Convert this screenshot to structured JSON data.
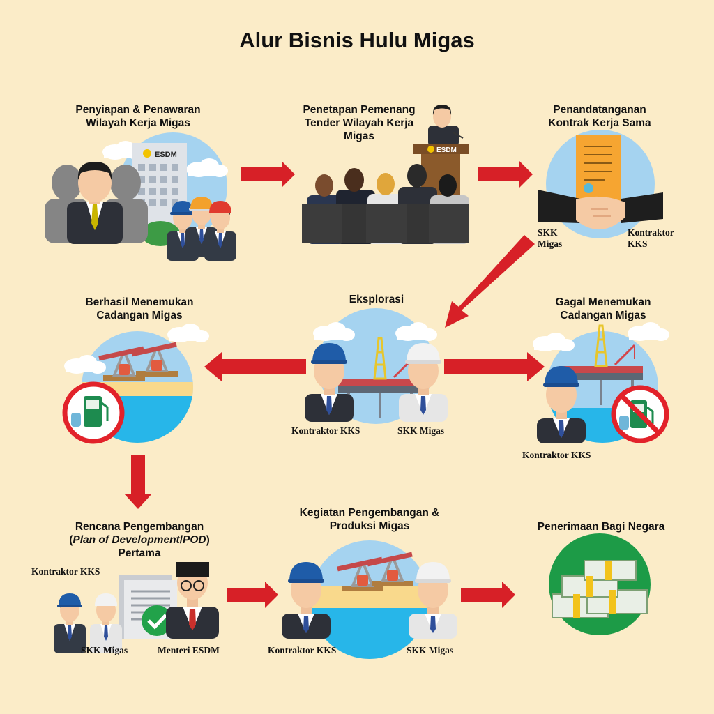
{
  "title": "Alur Bisnis Hulu Migas",
  "colors": {
    "background": "#fbecc8",
    "arrow": "#d72027",
    "sky": "#9ecff0",
    "sea": "#27b6e9",
    "sand": "#f9d98c",
    "money": "#1d9b47",
    "certificate": "#f6a531",
    "no_sign": "#e2222a"
  },
  "steps": {
    "step1": {
      "title": "Penyiapan & Penawaran Wilayah Kerja Migas",
      "badge": "ESDM"
    },
    "step2": {
      "title": "Penetapan Pemenang Tender Wilayah Kerja Migas",
      "badge": "ESDM"
    },
    "step3": {
      "title": "Penandatanganan Kontrak Kerja Sama",
      "party_left": "SKK Migas",
      "party_right": "Kontraktor KKS"
    },
    "step4": {
      "title": "Eksplorasi",
      "party_left": "Kontraktor KKS",
      "party_right": "SKK Migas"
    },
    "step5": {
      "title": "Berhasil Menemukan Cadangan Migas"
    },
    "step6": {
      "title": "Gagal Menemukan Cadangan Migas",
      "party": "Kontraktor KKS"
    },
    "step7": {
      "title_line1": "Rencana Pengembangan",
      "title_line2_open": "(",
      "title_line2_italic1": "Plan of Development",
      "title_line2_slash": "/",
      "title_line2_italic2": "POD",
      "title_line2_close": ")",
      "title_line3": "Pertama",
      "party_top": "Kontraktor KKS",
      "party_bottom_left": "SKK Migas",
      "party_bottom_right": "Menteri ESDM"
    },
    "step8": {
      "title": "Kegiatan Pengembangan & Produksi Migas",
      "party_left": "Kontraktor KKS",
      "party_right": "SKK Migas"
    },
    "step9": {
      "title": "Penerimaan Bagi Negara"
    }
  },
  "icons": [
    "people-group-icon",
    "building-icon",
    "helmet-icon",
    "podium-icon",
    "audience-icon",
    "contract-certificate-icon",
    "handshake-icon",
    "oil-platform-icon",
    "pumpjack-icon",
    "fuel-pump-icon",
    "prohibited-icon",
    "document-icon",
    "checkmark-icon",
    "money-stack-icon",
    "arrow-icon"
  ]
}
